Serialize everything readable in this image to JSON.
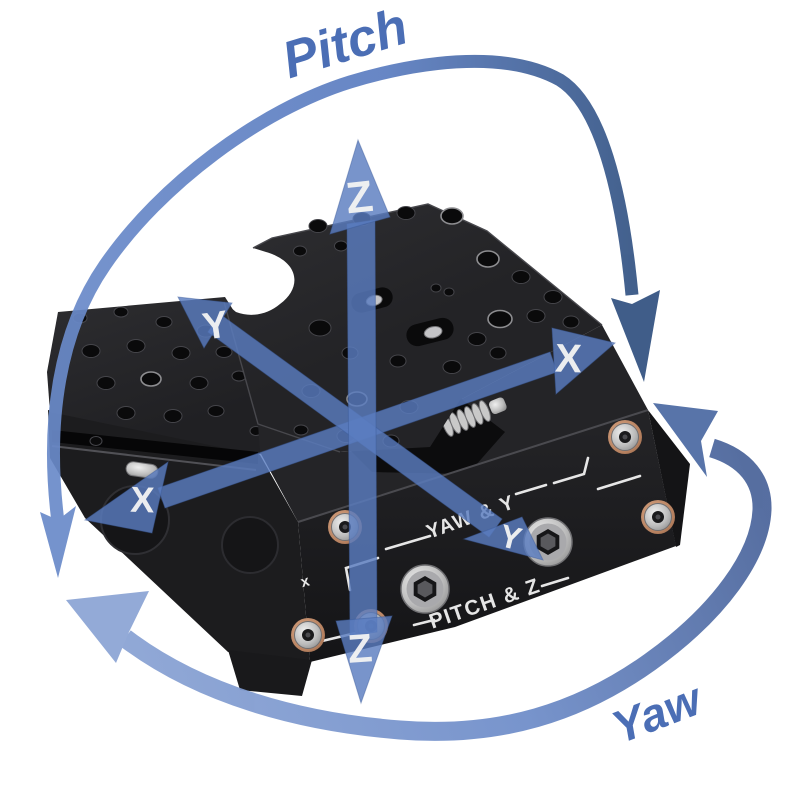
{
  "rotation_labels": {
    "pitch": "Pitch",
    "yaw": "Yaw"
  },
  "axes": {
    "z_top": "Z",
    "z_bottom": "Z",
    "y_top": "Y",
    "y_bottom": "Y",
    "x_right": "X",
    "x_left": "X"
  },
  "engravings": {
    "row_upper": "YAW & Y",
    "row_lower": "PITCH & Z",
    "x_marker": "x"
  },
  "colors": {
    "background": "#ffffff",
    "annotation_blue": "#5a7cc0",
    "annotation_blue_dark": "#31507f",
    "label_blue": "#4b6eb5",
    "axis_letter_white": "#f4f4f4",
    "stage_black": "#232325",
    "engraving_white": "#e6e6e6",
    "washer_copper": "#b5805f",
    "screw_silver": "#c9c9c9"
  }
}
